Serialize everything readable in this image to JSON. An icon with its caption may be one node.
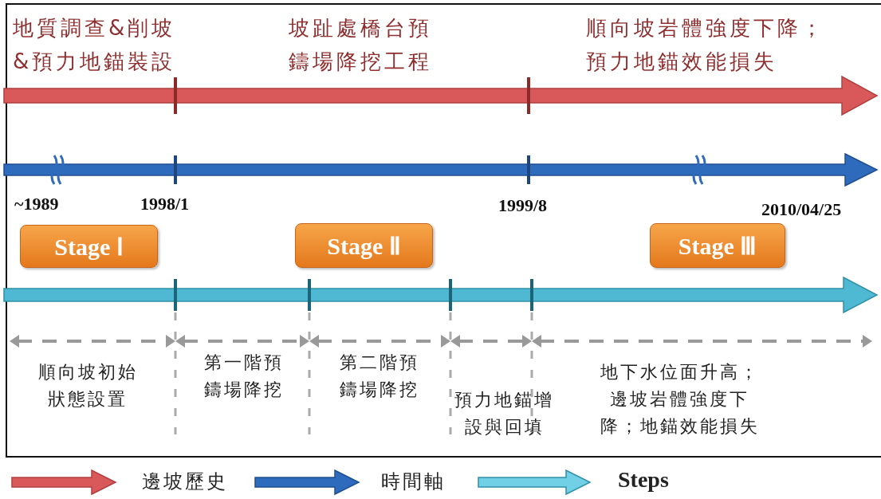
{
  "diagram": {
    "nodes": [
      {
        "text": [
          "Stage Ⅰ"
        ]
      },
      {
        "text": [
          "Stage Ⅱ"
        ]
      },
      {
        "text": [
          "Stage Ⅲ"
        ]
      }
    ],
    "edges": [],
    "labels": [
      "地質調查&削坡&預力地錨裝設",
      "坡趾處橋台預鑄場降挖工程",
      "順向坡岩體強度下降；預力地錨效能損失",
      "~1989",
      "1998/1",
      "1999/8",
      "2010/04/25",
      "順向坡初始狀態設置",
      "第一階預鑄場降挖",
      "第二階預鑄場降挖",
      "預力地錨增設與回填",
      "地下水位面升高；邊坡岩體強度下降；地錨效能損失"
    ],
    "legend": [
      {
        "text": "邊坡歷史"
      },
      {
        "text": "時間軸"
      },
      {
        "text": "Steps"
      }
    ]
  }
}
